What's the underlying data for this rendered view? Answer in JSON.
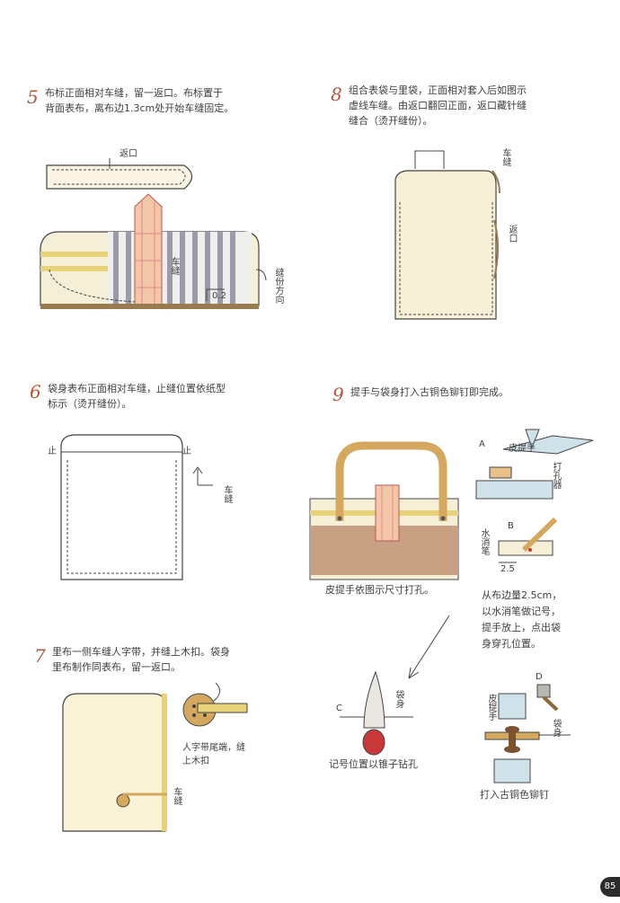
{
  "steps": {
    "s5": {
      "num": "5",
      "line1": "布标正面相对车缝，留一返口。布标置于",
      "line2": "背面表布，离布边1.3cm处开始车缝固定。"
    },
    "s6": {
      "num": "6",
      "line1": "袋身表布正面相对车缝，止缝位置依纸型",
      "line2": "标示（烫开缝份）。"
    },
    "s7": {
      "num": "7",
      "line1": "里布一侧车缝人字带，并缝上木扣。袋身",
      "line2": "里布制作同表布，留一返口。"
    },
    "s8": {
      "num": "8",
      "line1": "组合表袋与里袋，正面相对套入后如图示",
      "line2": "虚线车缝。由返口翻回正面，返口藏针缝",
      "line3": "缝合（烫开缝份）。"
    },
    "s9": {
      "num": "9",
      "line1": "提手与袋身打入古铜色铆钉即完成。"
    }
  },
  "labels": {
    "fankou": "返口",
    "chefeng": "车缝",
    "feng_fen_fang_xiang": "缝份方向",
    "measure_02": "0.2",
    "zhi": "止",
    "fankou2": "返口",
    "pitishou": "皮提手",
    "dakongqi": "打孔器",
    "a": "A",
    "b": "B",
    "c": "C",
    "d": "D",
    "shuixiaobi": "水消笔",
    "m25": "2.5",
    "daishen": "袋身",
    "ribbon_note_1": "人字带尾端，缝",
    "ribbon_note_2": "上木扣"
  },
  "captions": {
    "punch_caption": "皮提手依图示尺寸打孔。",
    "mark_1": "从布边量2.5cm，",
    "mark_2": "以水消笔做记号，",
    "mark_3": "提手放上，点出袋",
    "mark_4": "身穿孔位置。",
    "awl_caption": "记号位置以锥子钻孔",
    "rivet_caption": "打入古铜色铆钉"
  },
  "page_number": "85"
}
